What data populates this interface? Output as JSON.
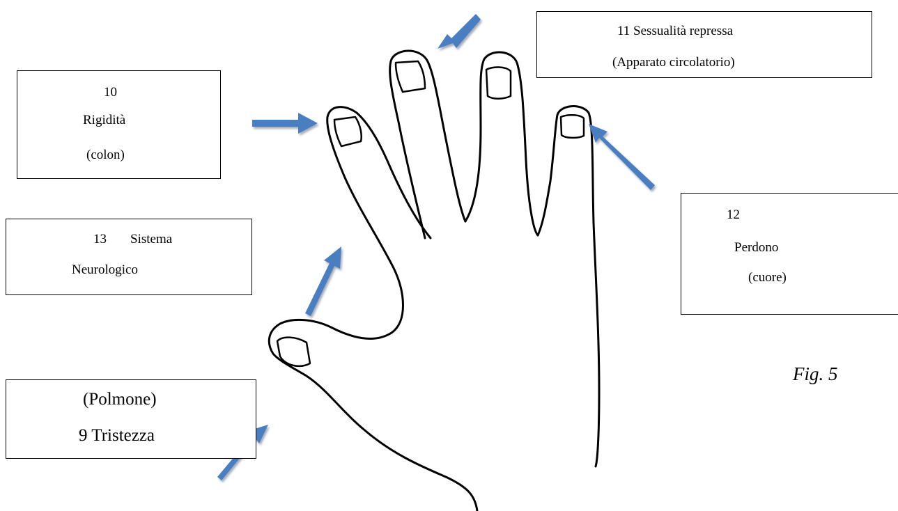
{
  "labels": {
    "box10": {
      "number": "10",
      "emotion": "Rigidità",
      "organ": "(colon)"
    },
    "box11": {
      "line1": "11 Sessualità repressa",
      "line2": "(Apparato circolatorio)"
    },
    "box12": {
      "number": "12",
      "emotion": "Perdono",
      "organ": "(cuore)"
    },
    "box13": {
      "number": "13",
      "word1": "Sistema",
      "word2": "Neurologico"
    },
    "box9": {
      "organ": "(Polmone)",
      "emotion": "9 Tristezza"
    }
  },
  "figure_caption": "Fig. 5",
  "colors": {
    "arrow": "#4a7fc1",
    "arrow_shadow": "#9aa6b4",
    "outline": "#000000"
  }
}
